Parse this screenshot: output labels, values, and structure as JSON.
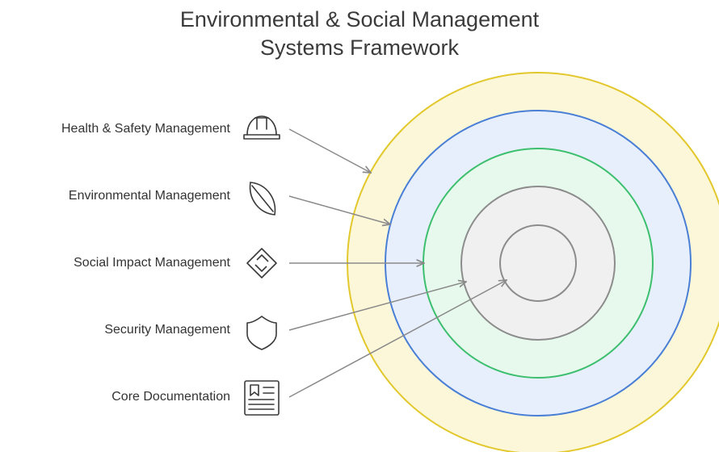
{
  "title": {
    "line1": "Environmental & Social Management",
    "line2": "Systems Framework"
  },
  "layers": [
    {
      "label": "Health & Safety Management",
      "icon": "hard-hat-icon",
      "fill": "#fdf6d6",
      "stroke": "#e2c82c"
    },
    {
      "label": "Environmental Management",
      "icon": "leaf-icon",
      "fill": "#e8effc",
      "stroke": "#4a7fd6"
    },
    {
      "label": "Social Impact Management",
      "icon": "diamond-link-icon",
      "fill": "#e4f8ea",
      "stroke": "#3cbf6e"
    },
    {
      "label": "Security Management",
      "icon": "shield-icon",
      "fill": "#efefef",
      "stroke": "#8c8c8c"
    },
    {
      "label": "Core Documentation",
      "icon": "document-icon",
      "fill": "#efefef",
      "stroke": "#8c8c8c"
    }
  ]
}
